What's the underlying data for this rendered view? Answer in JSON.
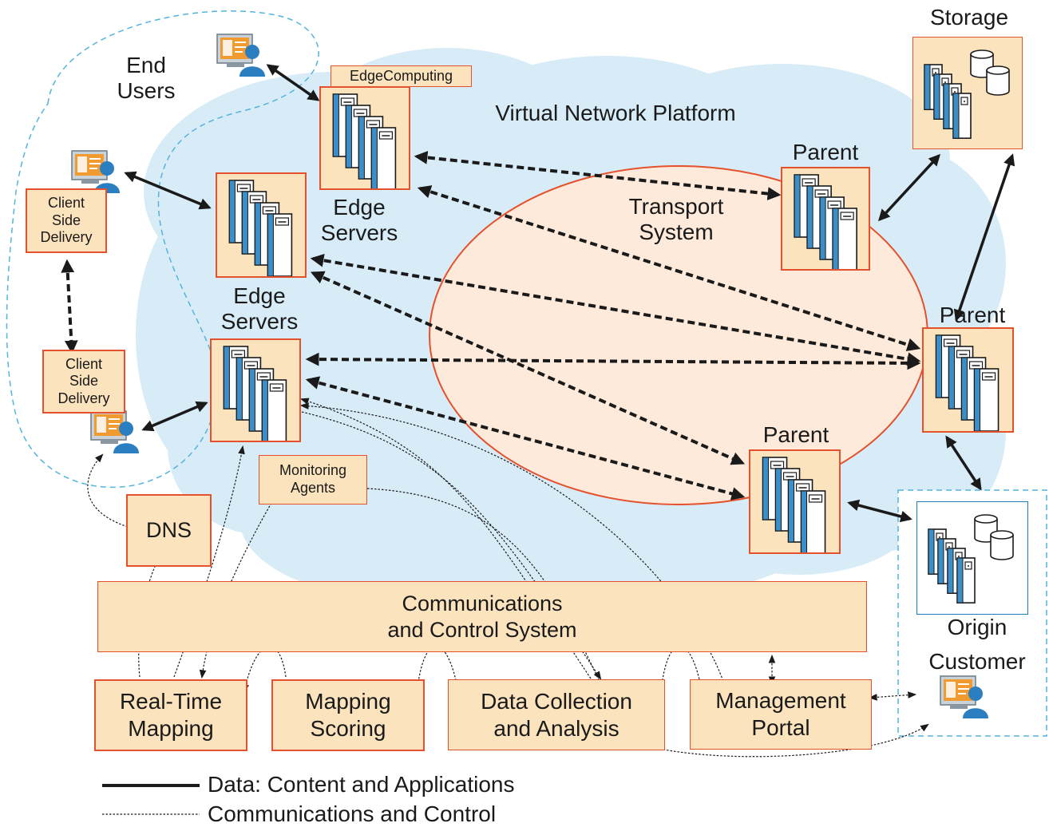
{
  "labels": {
    "end_users": "End\nUsers",
    "virtual_network_platform": "Virtual Network Platform",
    "edge_computing": "EdgeComputing",
    "edge_servers_top": "Edge\nServers",
    "edge_servers_middle": "Edge\nServers",
    "client_side_delivery_1": "Client\nSide\nDelivery",
    "client_side_delivery_2": "Client\nSide\nDelivery",
    "transport_system": "Transport\nSystem",
    "parent_top": "Parent",
    "parent_right": "Parent",
    "parent_bottom": "Parent",
    "storage": "Storage",
    "origin": "Origin",
    "customer": "Customer",
    "monitoring_agents": "Monitoring\nAgents",
    "dns": "DNS",
    "comm_control_system": "Communications\nand Control System",
    "real_time_mapping": "Real-Time\nMapping",
    "mapping_scoring": "Mapping\nScoring",
    "data_collection": "Data Collection\nand Analysis",
    "management_portal": "Management\nPortal"
  },
  "legend": {
    "data": "Data: Content and Applications",
    "control": "Communications and Control"
  },
  "colors": {
    "cloud": "#d8ecf7",
    "box_fill": "#fbe3bd",
    "box_border": "#e5502d",
    "transport_fill": "#fdeadb",
    "server_blue": "#3b8ec7",
    "user_blue": "#2b7ec0",
    "screen_orange": "#f19a2f",
    "dashed_border": "#54b4dc",
    "origin_border": "#1b7bbd"
  },
  "icons": {
    "server": "server-stack-icon",
    "user": "user-workstation-icon",
    "database": "database-icon"
  }
}
